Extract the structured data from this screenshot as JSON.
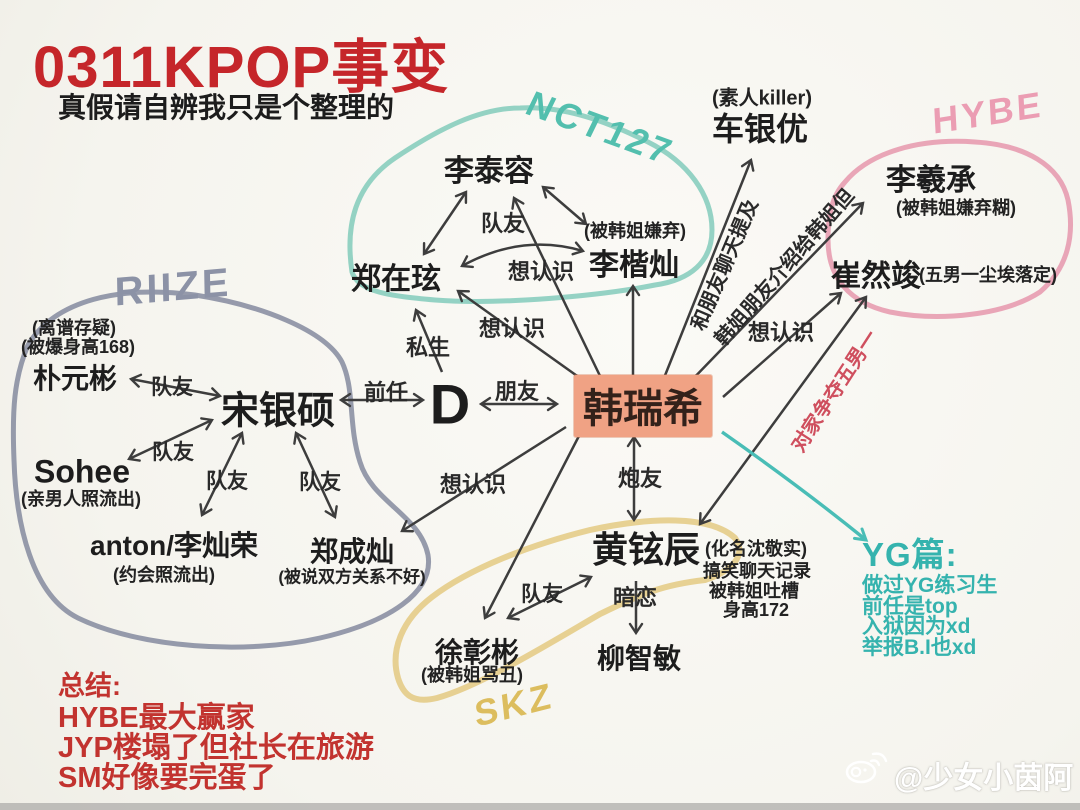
{
  "header": {
    "title": "0311KPOP事变",
    "subtitle": "真假请自辨我只是个整理的"
  },
  "groups": {
    "nct": {
      "label": "NCT127",
      "color": "#53bfae"
    },
    "riize": {
      "label": "RIIZE",
      "color": "#8c92a6"
    },
    "hybe": {
      "label": "HYBE",
      "color": "#eb9db3"
    },
    "skz": {
      "label": "SKZ",
      "color": "#dcbd5e"
    }
  },
  "nodes": {
    "li_taiyong": "李泰容",
    "zheng_zaixuan": "郑在玹",
    "li_kaican": "李楷灿",
    "li_kaican_note": "(被韩姐嫌弃)",
    "che_yinyou": "车银优",
    "che_yinyou_note": "(素人killer)",
    "li_xicheng": "李羲承",
    "li_xicheng_note": "(被韩姐嫌弃糊)",
    "cui_ranjun": "崔然竣",
    "cui_ranjun_note": "(五男一尘埃落定)",
    "piao_yuanbin": "朴元彬",
    "piao_yuanbin_note1": "(离谱存疑)",
    "piao_yuanbin_note2": "(被爆身高168)",
    "song_yinshuo": "宋银硕",
    "sohee": "Sohee",
    "sohee_note": "(亲男人照流出)",
    "anton": "anton/李灿荣",
    "anton_note": "(约会照流出)",
    "zheng_chengcan": "郑成灿",
    "zheng_chengcan_note": "(被说双方关系不好)",
    "d": "D",
    "han_ruixi": "韩瑞希",
    "huang_xuanchen": "黄铉辰",
    "huang_note1": "(化名沈敬实)",
    "huang_note2": "搞笑聊天记录",
    "huang_note3": "被韩姐吐槽",
    "huang_note4": "身高172",
    "xu_zhangbin": "徐彰彬",
    "xu_zhangbin_note": "(被韩姐骂丑)",
    "liu_zhimin": "柳智敏"
  },
  "edges": {
    "teammate": "队友",
    "want_meet": "想认识",
    "private_fan": "私生",
    "ex": "前任",
    "friend": "朋友",
    "fwb": "炮友",
    "crush": "暗恋",
    "chat_mention": "和朋友聊天提及",
    "intro_to_sis": "韩姐朋友介绍给韩姐但",
    "rival_fight": "对家争夺五男一"
  },
  "yg": {
    "title": "YG篇:",
    "lines": [
      "做过YG练习生",
      "前任是top",
      "入狱因为xd",
      "举报B.I也xd"
    ]
  },
  "summary": {
    "title": "总结:",
    "lines": [
      "HYBE最大赢家",
      "JYP楼塌了但社长在旅游",
      "SM好像要完蛋了"
    ]
  },
  "watermark": "@少女小茵阿",
  "colors": {
    "accent_red": "#c5262a",
    "highlight": "#f0a284",
    "arrow": "#3d3d3d",
    "yg_teal": "#35b3ae"
  }
}
